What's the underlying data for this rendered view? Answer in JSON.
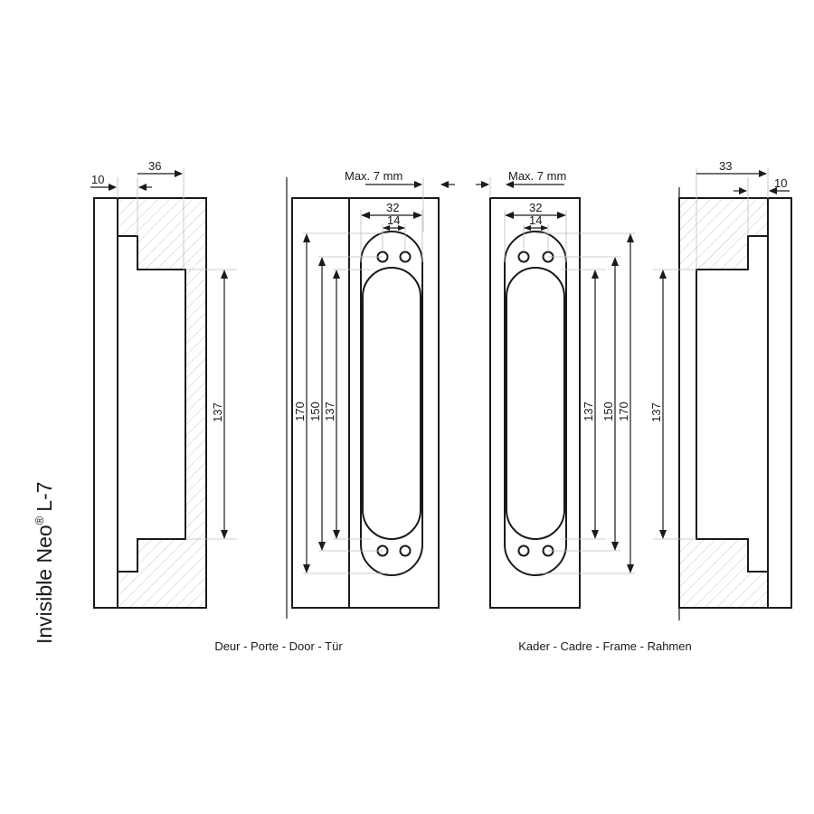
{
  "title": {
    "name": "Invisible Neo",
    "reg": "®",
    "model": "L-7"
  },
  "captions": {
    "door": "Deur - Porte - Door - Tür",
    "frame": "Kader - Cadre - Frame - Rahmen"
  },
  "dimensions": {
    "left_top_width": "36",
    "left_offset": "10",
    "left_height": "137",
    "door_max": "Max. 7 mm",
    "door_width_32": "32",
    "door_width_14": "14",
    "door_h170": "170",
    "door_h150": "150",
    "door_h137": "137",
    "frame_max": "Max. 7 mm",
    "frame_width_32": "32",
    "frame_width_14": "14",
    "frame_h137": "137",
    "frame_h150": "150",
    "frame_h170": "170",
    "right_top_width": "33",
    "right_offset": "10",
    "right_height": "137"
  }
}
